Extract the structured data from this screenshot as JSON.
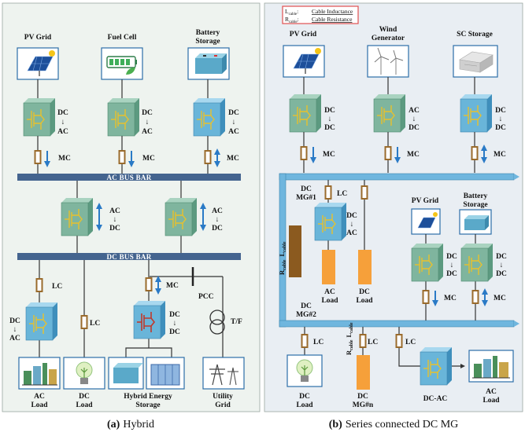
{
  "captions": {
    "left_tag": "(a)",
    "left": "Hybrid",
    "right_tag": "(b)",
    "right": "Series connected DC MG"
  },
  "legend": {
    "l_sym": "L",
    "l_sub": "cable",
    "l_colon": ":",
    "l_text": "Cable Inductance",
    "r_sym": "R",
    "r_sub": "cable",
    "r_colon": ":",
    "r_text": "Cable Resistance"
  },
  "left": {
    "src_pv": "PV Grid",
    "src_fc": "Fuel Cell",
    "src_bat_1": "Battery",
    "src_bat_2": "Storage",
    "conv_dc": "DC",
    "conv_arrow": "↓",
    "conv_ac": "AC",
    "mc": "MC",
    "lc": "LC",
    "ac_bus": "AC BUS BAR",
    "dc_bus": "DC BUS BAR",
    "pcc": "PCC",
    "tf": "T/F",
    "load_ac_1": "AC",
    "load_ac_2": "Load",
    "load_dc_1": "DC",
    "load_dc_2": "Load",
    "hes_1": "Hybrid Energy",
    "hes_2": "Storage",
    "util_1": "Utility",
    "util_2": "Grid"
  },
  "right": {
    "src_pv": "PV Grid",
    "src_wind_1": "Wind",
    "src_wind_2": "Generator",
    "src_sc": "SC Storage",
    "mc": "MC",
    "lc": "LC",
    "dc": "DC",
    "ac": "AC",
    "arrow": "↓",
    "mg1_1": "DC",
    "mg1_2": "MG#1",
    "mg2_1": "DC",
    "mg2_2": "MG#2",
    "mgn_1": "DC",
    "mgn_2": "MG#n",
    "pv2": "PV Grid",
    "bat_1": "Battery",
    "bat_2": "Storage",
    "acload_1": "AC",
    "acload_2": "Load",
    "dcload_1": "DC",
    "dcload_2": "Load",
    "dcac": "DC-AC"
  },
  "colors": {
    "panel_left": "#eef3ef",
    "panel_right": "#e9eef3",
    "bus": "#44648f",
    "dc_bus_right": "#6fb6de",
    "conv_green": "#7fb59e",
    "conv_blue": "#69b5d9",
    "conv_red_symbol": "#c0392b",
    "mc_brown": "#9a6b2c",
    "load_orange": "#f6a03a",
    "cable_brown": "#8b5a1f",
    "arrow_blue": "#2a7ac6",
    "legend_border": "#e05050"
  }
}
